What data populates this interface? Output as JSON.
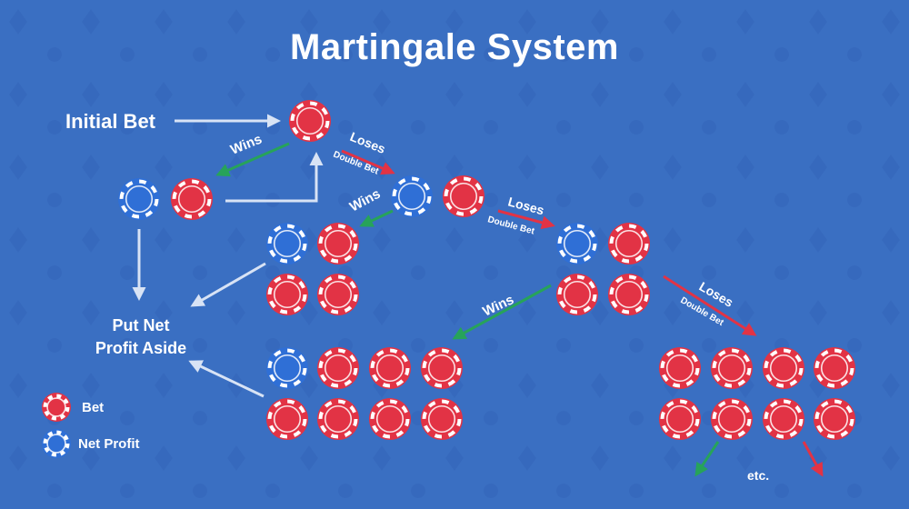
{
  "title": "Martingale System",
  "labels": {
    "initial_bet": "Initial Bet",
    "put_net_line1": "Put Net",
    "put_net_line2": "Profit Aside",
    "wins": "Wins",
    "loses": "Loses",
    "double_bet": "Double Bet",
    "etc": "etc."
  },
  "legend": {
    "bet": "Bet",
    "net_profit": "Net Profit"
  },
  "colors": {
    "background": "#3a6fc2",
    "bet_chip": "#e23345",
    "profit_chip": "#2f6fd6",
    "wins_arrow": "#27a35a",
    "loses_arrow": "#e23345",
    "neutral_arrow": "#d8e3f5"
  }
}
